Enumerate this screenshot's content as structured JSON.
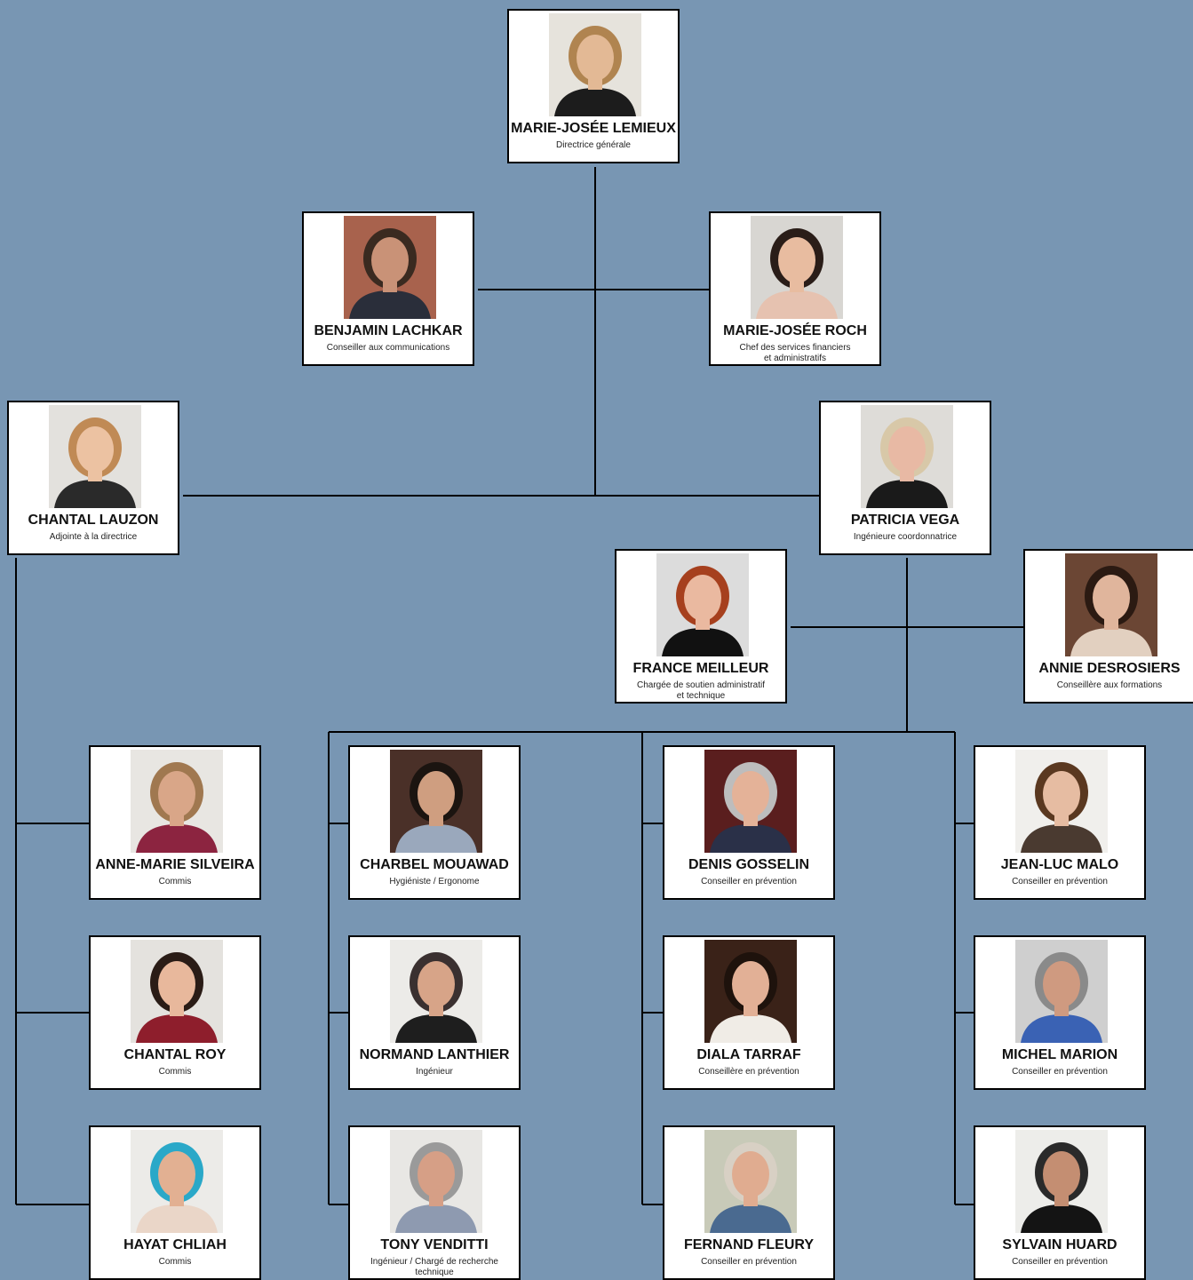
{
  "people": [
    {
      "id": "lemieux",
      "name": "MARIE-JOSÉE LEMIEUX",
      "role": "Directrice générale",
      "bg": "#e6e3dc",
      "skin": "#e3b995",
      "hair": "#b08450",
      "shirt": "#1c1c1c"
    },
    {
      "id": "lachkar",
      "name": "BENJAMIN LACHKAR",
      "role": "Conseiller aux communications",
      "bg": "#a8624d",
      "skin": "#c99277",
      "hair": "#3a2a20",
      "shirt": "#2a2e3a"
    },
    {
      "id": "roch",
      "name": "MARIE-JOSÉE ROCH",
      "role": "Chef des services financiers\net administratifs",
      "bg": "#d8d6d2",
      "skin": "#e8bca0",
      "hair": "#2a1d18",
      "shirt": "#e6c2b0"
    },
    {
      "id": "lauzon",
      "name": "CHANTAL LAUZON",
      "role": "Adjointe à la directrice",
      "bg": "#e3e1dd",
      "skin": "#ecc2a2",
      "hair": "#c08a55",
      "shirt": "#2a2a2a"
    },
    {
      "id": "vega",
      "name": "PATRICIA VEGA",
      "role": "Ingénieure coordonnatrice",
      "bg": "#dedcd8",
      "skin": "#e8b9a4",
      "hair": "#d8c8a8",
      "shirt": "#1a1a1a"
    },
    {
      "id": "meilleur",
      "name": "FRANCE MEILLEUR",
      "role": "Chargée de soutien administratif\net technique",
      "bg": "#dcdcdc",
      "skin": "#eab9a0",
      "hair": "#a6401e",
      "shirt": "#111111"
    },
    {
      "id": "desrosiers",
      "name": "ANNIE DESROSIERS",
      "role": "Conseillère aux formations",
      "bg": "#6b4634",
      "skin": "#e0b59c",
      "hair": "#2b1a12",
      "shirt": "#e2d0c0"
    },
    {
      "id": "silveira",
      "name": "ANNE-MARIE SILVEIRA",
      "role": "Commis",
      "bg": "#e8e6e2",
      "skin": "#d9a688",
      "hair": "#a07850",
      "shirt": "#8c2440"
    },
    {
      "id": "mouawad",
      "name": "CHARBEL MOUAWAD",
      "role": "Hygiéniste / Ergonome",
      "bg": "#4a3028",
      "skin": "#cf9e80",
      "hair": "#1b1410",
      "shirt": "#9aa8bc"
    },
    {
      "id": "gosselin",
      "name": "DENIS GOSSELIN",
      "role": "Conseiller en prévention",
      "bg": "#5a1e1e",
      "skin": "#e4b298",
      "hair": "#bdbdbd",
      "shirt": "#2a3048"
    },
    {
      "id": "malo",
      "name": "JEAN-LUC MALO",
      "role": "Conseiller en prévention",
      "bg": "#f0efec",
      "skin": "#e6bca2",
      "hair": "#5a3820",
      "shirt": "#4a3a30"
    },
    {
      "id": "roy",
      "name": "CHANTAL ROY",
      "role": "Commis",
      "bg": "#e4e2de",
      "skin": "#e8b89c",
      "hair": "#2a1c16",
      "shirt": "#8e1e2c"
    },
    {
      "id": "lanthier",
      "name": "NORMAND LANTHIER",
      "role": "Ingénieur",
      "bg": "#ecebe8",
      "skin": "#d7a488",
      "hair": "#3a3030",
      "shirt": "#1e1e1e"
    },
    {
      "id": "tarraf",
      "name": "DIALA TARRAF",
      "role": "Conseillère en prévention",
      "bg": "#3a2218",
      "skin": "#e2b096",
      "hair": "#1e120c",
      "shirt": "#f0ece6"
    },
    {
      "id": "marion",
      "name": "MICHEL MARION",
      "role": "Conseiller en prévention",
      "bg": "#cfcfcf",
      "skin": "#cf9a80",
      "hair": "#8a8a8a",
      "shirt": "#3a62b4"
    },
    {
      "id": "chliah",
      "name": "HAYAT CHLIAH",
      "role": "Commis",
      "bg": "#ecebe8",
      "skin": "#e2b092",
      "hair": "#2aa8c8",
      "shirt": "#ead6c8"
    },
    {
      "id": "venditti",
      "name": "TONY VENDITTI",
      "role": "Ingénieur / Chargé de recherche\ntechnique",
      "bg": "#e8e7e4",
      "skin": "#d69f86",
      "hair": "#9a9a9a",
      "shirt": "#8e9ab0"
    },
    {
      "id": "fleury",
      "name": "FERNAND FLEURY",
      "role": "Conseiller en prévention",
      "bg": "#c8cab8",
      "skin": "#e0ac90",
      "hair": "#d8d0c4",
      "shirt": "#4a6a90"
    },
    {
      "id": "huard",
      "name": "SYLVAIN HUARD",
      "role": "Conseiller en prévention",
      "bg": "#ededea",
      "skin": "#c48e72",
      "hair": "#2a2a2a",
      "shirt": "#141414"
    }
  ]
}
